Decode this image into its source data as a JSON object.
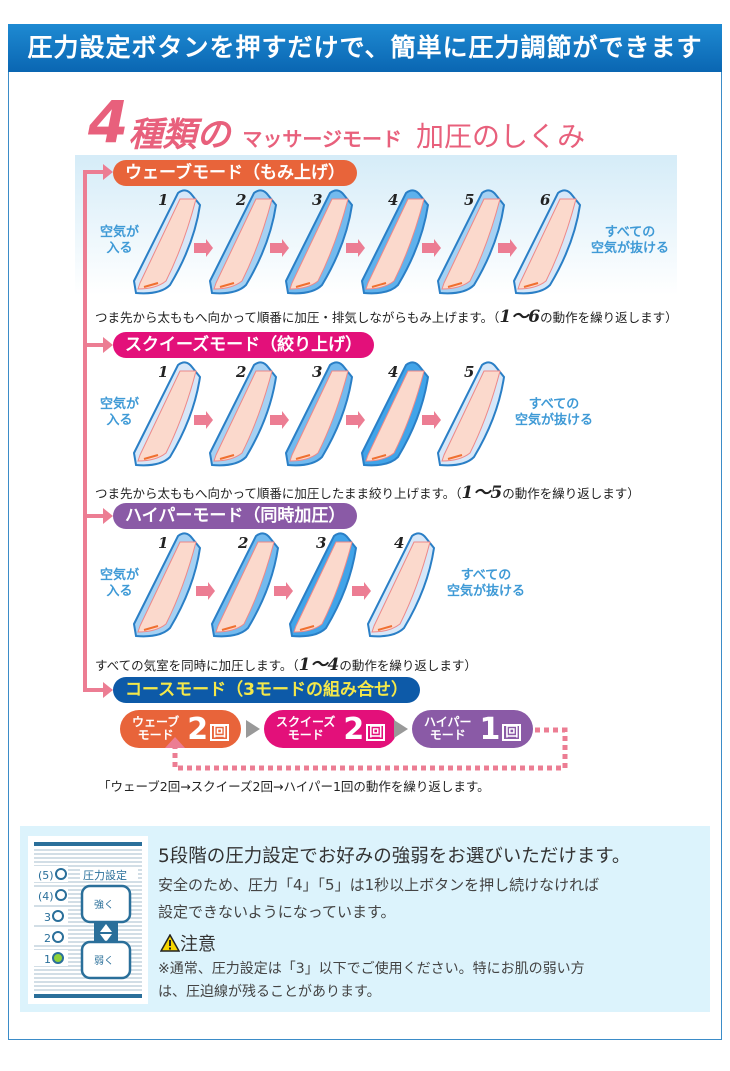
{
  "header": "圧力設定ボタンを押すだけで、簡単に圧力調節ができます",
  "title": {
    "num": "4",
    "kinds": "種類の",
    "mode": "マッサージモード",
    "how": "加圧のしくみ"
  },
  "colors": {
    "wave": "#e8643a",
    "squeeze": "#e3107a",
    "hyper": "#8a5aa6",
    "course": "#0d5aa8",
    "course_text": "#f4e84a",
    "arrow": "#ec7d93",
    "blue": "#3f9ad6"
  },
  "side": {
    "in": "空気が\n入る",
    "out": "すべての\n空気が抜ける"
  },
  "modes": [
    {
      "label": "ウェーブモード（もみ上げ）",
      "steps": [
        "1",
        "2",
        "3",
        "4",
        "5",
        "6"
      ],
      "fill": [
        0.1,
        0.35,
        0.6,
        0.7,
        0.35,
        0.1
      ],
      "caption": "つま先から太ももへ向かって順番に加圧・排気しながらもみ上げます。（",
      "range": "1～6",
      "caption_end": "の動作を繰り返します）"
    },
    {
      "label": "スクイーズモード（絞り上げ）",
      "steps": [
        "1",
        "2",
        "3",
        "4",
        "5"
      ],
      "fill": [
        0.1,
        0.35,
        0.6,
        0.85,
        0.1
      ],
      "caption": "つま先から太ももへ向かって順番に加圧したまま絞り上げます。（",
      "range": "1～5",
      "caption_end": "の動作を繰り返します）"
    },
    {
      "label": "ハイパーモード（同時加圧）",
      "steps": [
        "1",
        "2",
        "3",
        "4"
      ],
      "fill": [
        0.35,
        0.6,
        0.85,
        0.1
      ],
      "caption": "すべての気室を同時に加圧します。（",
      "range": "1～4",
      "caption_end": "の動作を繰り返します）"
    }
  ],
  "course": {
    "label": "コースモード（3モードの組み合せ）",
    "items": [
      {
        "name": "ウェーブ\nモード",
        "count": "2",
        "unit": "回"
      },
      {
        "name": "スクイーズ\nモード",
        "count": "2",
        "unit": "回"
      },
      {
        "name": "ハイパー\nモード",
        "count": "1",
        "unit": "回"
      }
    ],
    "caption": "「ウェーブ2回→スクイーズ2回→ハイパー1回の動作を繰り返します。"
  },
  "panel": {
    "heading": "5段階の圧力設定でお好みの強弱をお選びいただけます。",
    "line1": "安全のため、圧力「4」「5」は1秒以上ボタンを押し続けなければ",
    "line2": "設定できないようになっています。",
    "caution": "注意",
    "note1": "※通常、圧力設定は「3」以下でご使用ください。特にお肌の弱い方",
    "note2": "は、圧迫線が残ることがあります。"
  },
  "remote": {
    "levels": [
      "(5)",
      "(4)",
      "3",
      "2",
      "1"
    ],
    "title": "圧力設定",
    "strong": "強く",
    "weak": "弱く",
    "active_level": "1"
  }
}
